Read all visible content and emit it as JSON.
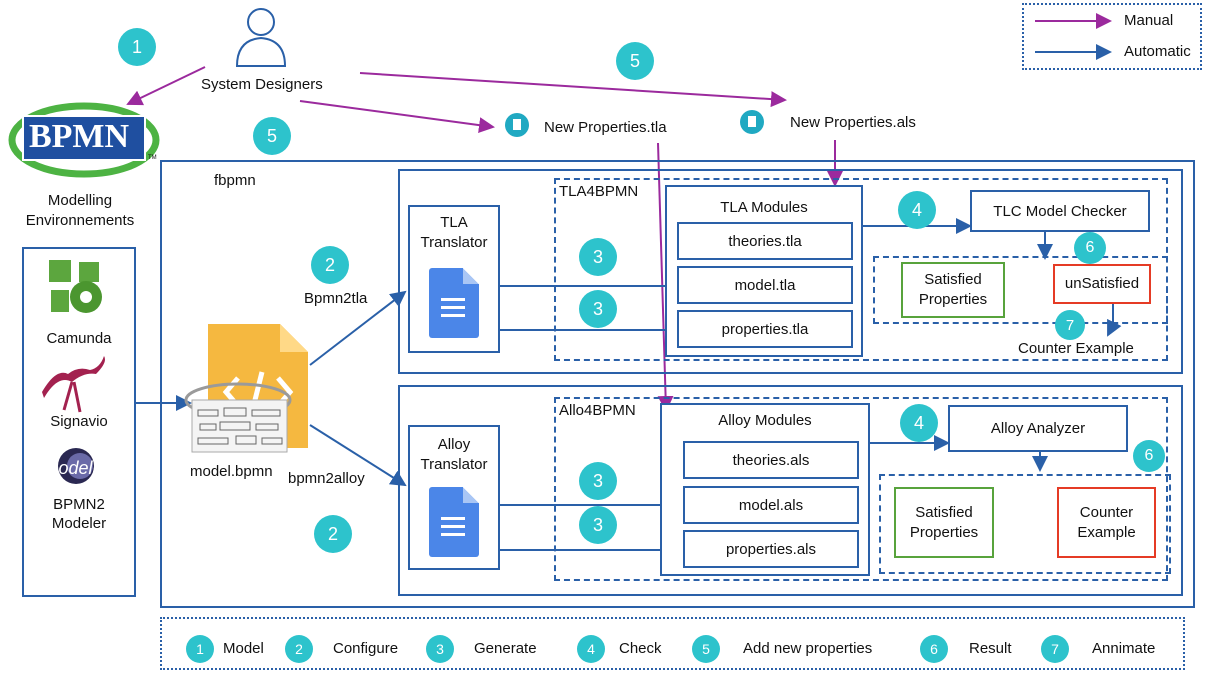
{
  "legend": {
    "manual": "Manual",
    "automatic": "Automatic",
    "manual_color": "#9b2a9d",
    "automatic_color": "#2a60a8"
  },
  "designers": "System Designers",
  "bpmn_logo": "BPMN",
  "bpmn_tm": "TM",
  "modelling": [
    "Modelling",
    "Environnements"
  ],
  "tools": [
    "Camunda",
    "Signavio",
    "BPMN2",
    "Modeler"
  ],
  "eclipse_logo": "modeling",
  "fbpmn": "fbpmn",
  "model_file": "model.bpmn",
  "bpmn2tla": "Bpmn2tla",
  "bpmn2alloy": "bpmn2alloy",
  "new_props_tla": "New Properties.tla",
  "new_props_als": "New Properties.als",
  "tla": {
    "group": "TLA4BPMN",
    "translator": [
      "TLA",
      "Translator"
    ],
    "modules_title": "TLA Modules",
    "modules": [
      "theories.tla",
      "model.tla",
      "properties.tla"
    ],
    "checker": "TLC Model Checker",
    "satisfied": [
      "Satisfied",
      "Properties"
    ],
    "unsatisfied": "unSatisfied",
    "counter": "Counter Example"
  },
  "alloy": {
    "group": "Allo4BPMN",
    "translator": [
      "Alloy",
      "Translator"
    ],
    "modules_title": "Alloy Modules",
    "modules": [
      "theories.als",
      "model.als",
      "properties.als"
    ],
    "analyzer": "Alloy Analyzer",
    "satisfied": [
      "Satisfied",
      "Properties"
    ],
    "counter": [
      "Counter",
      "Example"
    ]
  },
  "badges": {
    "one": "1",
    "two": "2",
    "three": "3",
    "four": "4",
    "five": "5",
    "six": "6",
    "seven": "7"
  },
  "steps": [
    {
      "num": "1",
      "label": "Model"
    },
    {
      "num": "2",
      "label": "Configure"
    },
    {
      "num": "3",
      "label": "Generate"
    },
    {
      "num": "4",
      "label": "Check"
    },
    {
      "num": "5",
      "label": "Add new  properties"
    },
    {
      "num": "6",
      "label": "Result"
    },
    {
      "num": "7",
      "label": "Annimate"
    }
  ]
}
